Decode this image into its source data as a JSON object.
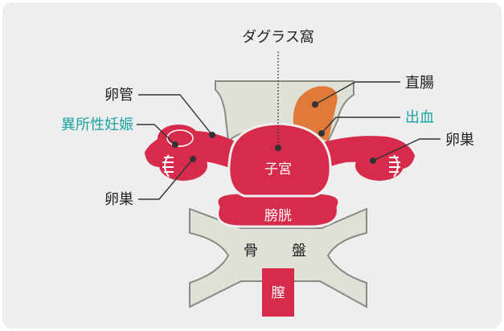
{
  "labels": {
    "douglas_pouch": "ダグラス窩",
    "fallopian_tube": "卵管",
    "rectum": "直腸",
    "ectopic_pregnancy": "異所性妊娠",
    "bleeding": "出血",
    "ovary_right": "卵巣",
    "ovary_left": "卵巣",
    "uterus": "子宮",
    "bladder": "膀胱",
    "pelvis_left": "骨",
    "pelvis_right": "盤",
    "vagina": "膣"
  },
  "colors": {
    "background": "#eeeeee",
    "organ_red": "#d62b4a",
    "rectum_orange": "#e07a3a",
    "bone_gray": "#dfe0d6",
    "bone_outline": "#8a8a85",
    "text": "#222222",
    "highlight_teal": "#1aa3a3"
  }
}
